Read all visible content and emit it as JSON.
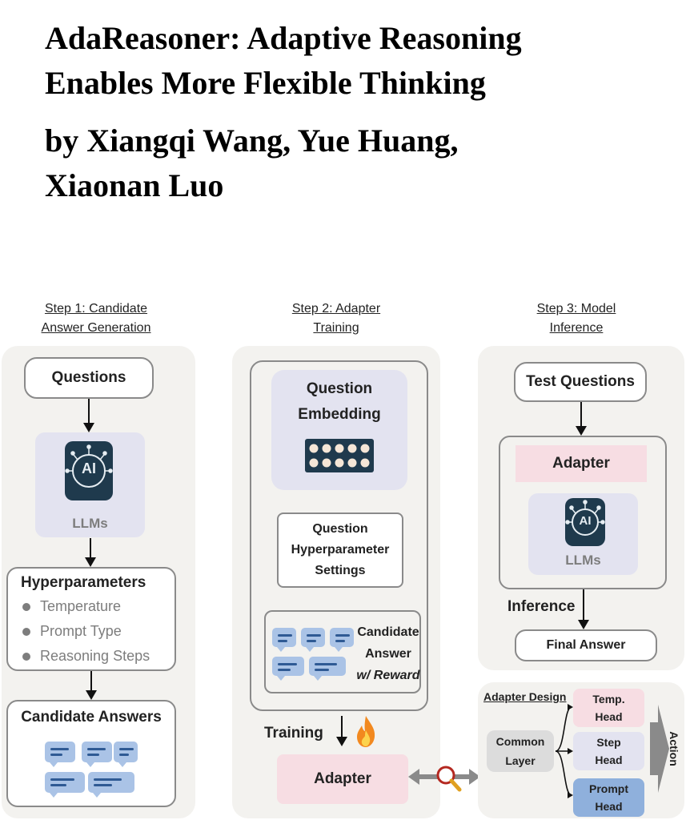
{
  "header": {
    "title_line1": "AdaReasoner: Adaptive Reasoning",
    "title_line2": "Enables More Flexible Thinking",
    "authors_line1": "by Xiangqi Wang, Yue Huang,",
    "authors_line2": "Xiaonan Luo"
  },
  "step1": {
    "heading_line1": "Step 1: Candidate",
    "heading_line2": "Answer Generation",
    "questions": "Questions",
    "llm_icon_text": "AI",
    "llms": "LLMs",
    "hyperparameters": "Hyperparameters",
    "hyper_items": [
      "Temperature",
      "Prompt Type",
      "Reasoning Steps"
    ],
    "candidate_answers": "Candidate Answers"
  },
  "step2": {
    "heading_line1": "Step 2: Adapter",
    "heading_line2": "Training",
    "embed_line1": "Question",
    "embed_line2": "Embedding",
    "settings_line1": "Question",
    "settings_line2": "Hyperparameter",
    "settings_line3": "Settings",
    "cand_line1": "Candidate",
    "cand_line2": "Answer",
    "cand_line3": "w/ Reward",
    "training": "Training",
    "adapter": "Adapter"
  },
  "step3": {
    "heading_line1": "Step 3: Model",
    "heading_line2": "Inference",
    "test_questions": "Test Questions",
    "adapter": "Adapter",
    "llm_icon_text": "AI",
    "llms": "LLMs",
    "inference": "Inference",
    "final_answer": "Final Answer"
  },
  "design": {
    "title": "Adapter Design",
    "common_line1": "Common",
    "common_line2": "Layer",
    "temp_line1": "Temp.",
    "temp_line2": "Head",
    "step_line1": "Step",
    "step_line2": "Head",
    "prompt_line1": "Prompt",
    "prompt_line2": "Head",
    "action": "Action"
  },
  "colors": {
    "panel_bg": "#f3f2ef",
    "lavender": "#e3e3f0",
    "pink": "#f7dde3",
    "blue_chip": "#aac3e6",
    "ai_icon": "#1f3a4d",
    "prompt_head": "#8fb0dc"
  }
}
